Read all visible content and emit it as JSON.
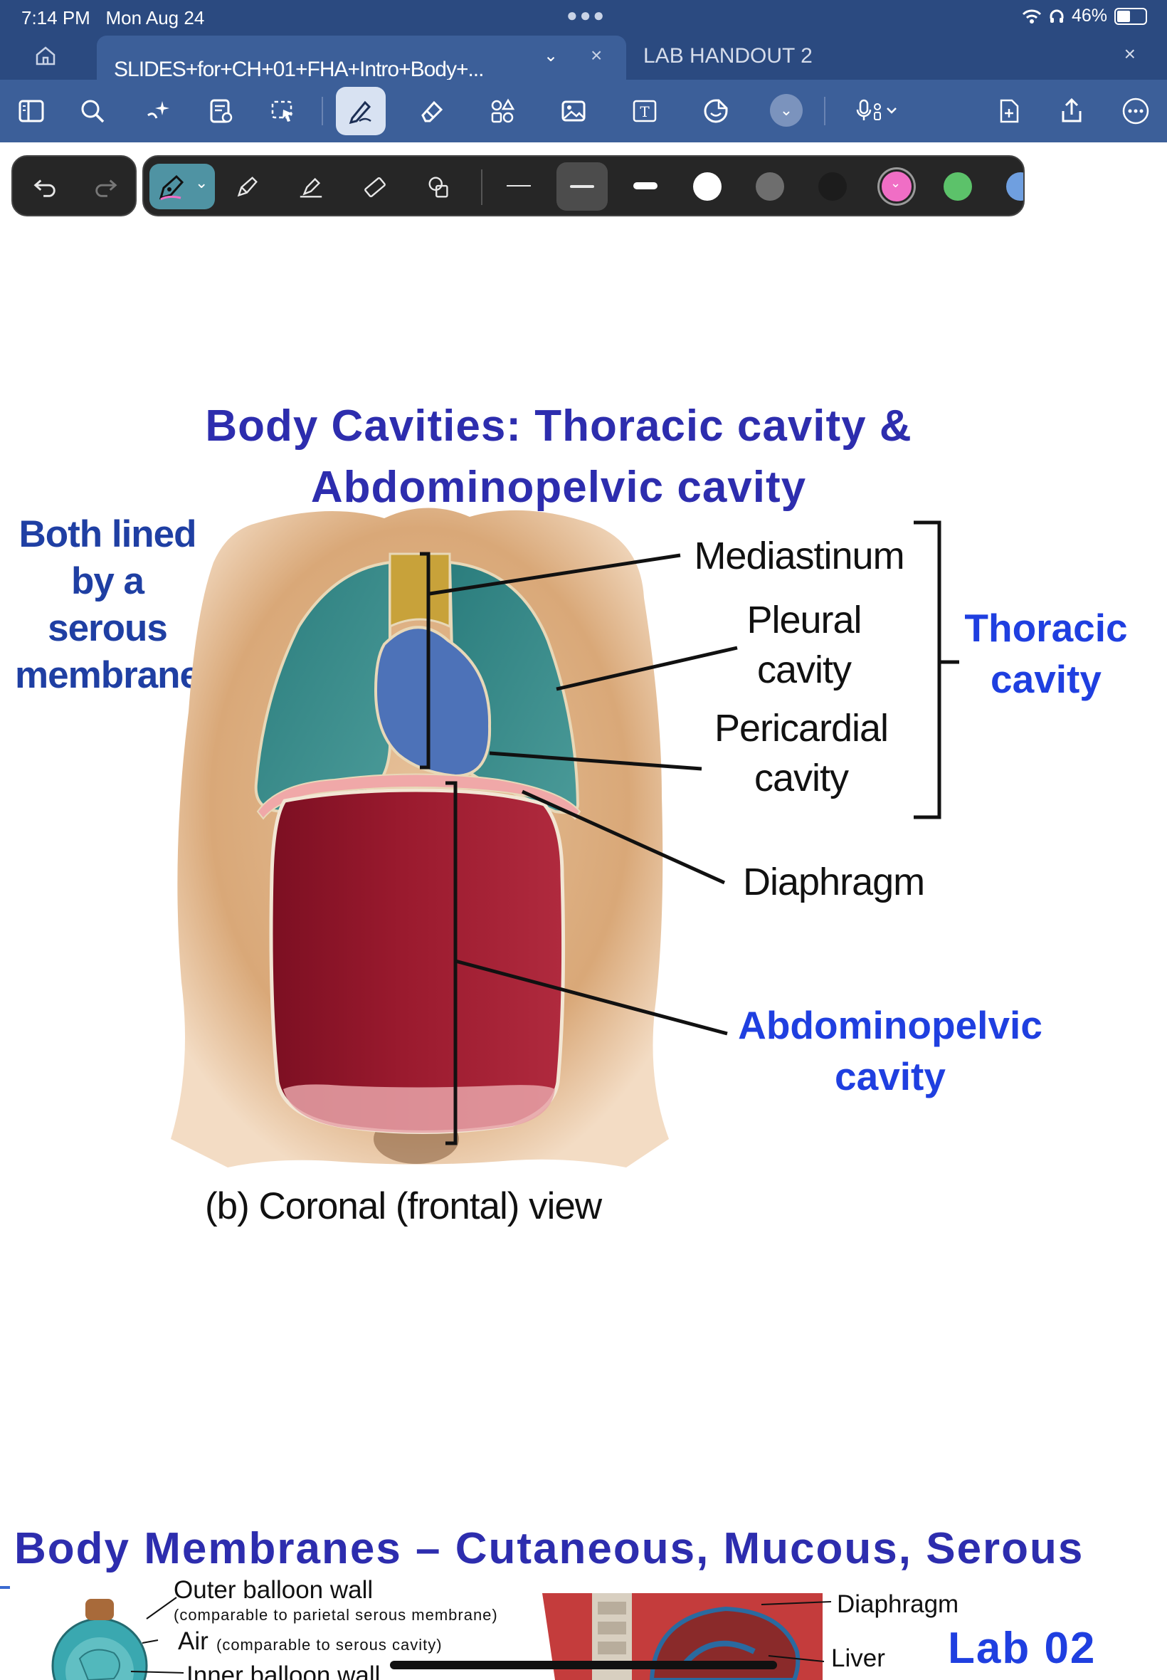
{
  "status_bar": {
    "time": "7:14 PM",
    "date": "Mon Aug 24",
    "battery": "46%"
  },
  "tabs": {
    "active_title": "SLIDES+for+CH+01+FHA+Intro+Body+...",
    "inactive_title": "LAB HANDOUT 2"
  },
  "toolbar_icons": [
    "sidebar-icon",
    "search-icon",
    "ai-sparkle-icon",
    "document-icon",
    "lasso-icon",
    "pen-icon",
    "eraser-icon",
    "shapes-icon",
    "image-icon",
    "text-box-icon",
    "sticker-icon",
    "more-tools-icon",
    "microphone-icon",
    "add-page-icon",
    "share-icon",
    "more-icon"
  ],
  "pen_toolbar": {
    "colors": {
      "white": "#ffffff",
      "gray": "#6e6e6e",
      "black": "#1c1c1c",
      "pink": "#f06ec5",
      "green": "#5cc26a",
      "blue": "#6f9fe0"
    }
  },
  "slide": {
    "title_line1": "Body Cavities: Thoracic cavity &",
    "title_line2": "Abdominopelvic cavity",
    "left_note": [
      "Both lined",
      "by a",
      "serous",
      "membrane"
    ],
    "labels": {
      "mediastinum": "Mediastinum",
      "pleural": [
        "Pleural",
        "cavity"
      ],
      "pericardial": [
        "Pericardial",
        "cavity"
      ],
      "diaphragm": "Diaphragm",
      "thoracic": [
        "Thoracic",
        "cavity"
      ],
      "abdominopelvic": [
        "Abdominopelvic",
        "cavity"
      ]
    },
    "caption": "(b) Coronal (frontal) view"
  },
  "next_slide": {
    "title": "Body Membranes – Cutaneous, Mucous, Serous",
    "outer_balloon": "Outer balloon wall",
    "outer_balloon_note": "(comparable to parietal serous membrane)",
    "air": "Air",
    "air_note": "(comparable to serous cavity)",
    "inner_balloon": "Inner balloon wall",
    "diaphragm": "Diaphragm",
    "liver": "Liver",
    "lab": "Lab 02"
  }
}
